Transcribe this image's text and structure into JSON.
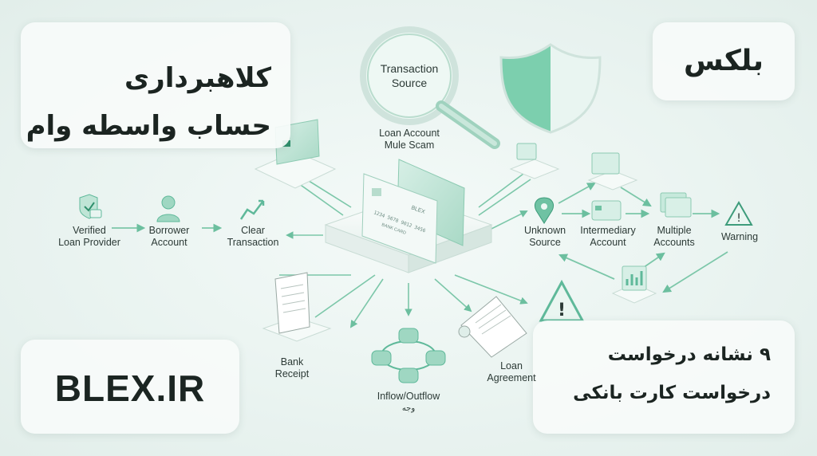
{
  "title": {
    "line1": "کلاهبرداری",
    "line2": "حساب واسطه وام"
  },
  "brand_fa": "بلکس",
  "domain": "BLEX.IR",
  "signs": {
    "line1": "۹ نشانه درخواست",
    "line2": "درخواست کارت بانکی"
  },
  "magnifier_text": "Transaction\nSource",
  "scam_label": "Loan Account\nMule Scam",
  "left_flow": {
    "verified": "Verified\nLoan Provider",
    "borrower": "Borrower\nAccount",
    "clear": "Clear\nTransaction"
  },
  "right_flow": {
    "unknown": "Unknown\nSource",
    "intermediary": "Intermediary\nAccount",
    "multiple": "Multiple\nAccounts",
    "warning": "Warning"
  },
  "bottom_flow": {
    "receipt": "Bank\nReceipt",
    "inflow": "Inflow/Outflow",
    "inflow_sub": "وجه",
    "agreement": "Loan\nAgreement"
  },
  "card_text": {
    "brand": "BLEX",
    "number": "1234 5678 9012 3456",
    "holder": "BANK CARD"
  },
  "colors": {
    "accent": "#5fb99a",
    "accent_light": "#bfe5d6",
    "ink": "#1b2421"
  },
  "icons": [
    "shield-icon",
    "magnifier-icon",
    "verified-doc-icon",
    "user-icon",
    "chart-up-icon",
    "warning-icon",
    "location-pin-icon",
    "cycle-icon",
    "receipt-icon",
    "agreement-icon"
  ]
}
